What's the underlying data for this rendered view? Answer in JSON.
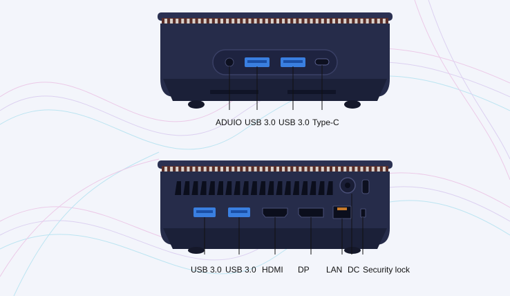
{
  "front_panel": {
    "labels": [
      "ADUIO",
      "USB 3.0",
      "USB 3.0",
      "Type-C"
    ],
    "port_names": [
      "audio-jack",
      "usb-a-port",
      "usb-a-port",
      "usb-c-port"
    ]
  },
  "rear_panel": {
    "labels": [
      "USB 3.0",
      "USB 3.0",
      "HDMI",
      "DP",
      "LAN",
      "DC",
      "Security lock"
    ],
    "port_names": [
      "usb-a-port",
      "usb-a-port",
      "hdmi-port",
      "displayport-port",
      "lan-port",
      "dc-power-jack",
      "security-lock-slot"
    ]
  },
  "colors": {
    "chassis": "#262c4a",
    "chassis_dark": "#171b30",
    "grille": "#6b3a33",
    "usb_blue": "#3a7fe0",
    "wave_pink": "#e6a6d8",
    "wave_cyan": "#8fd7ea"
  }
}
